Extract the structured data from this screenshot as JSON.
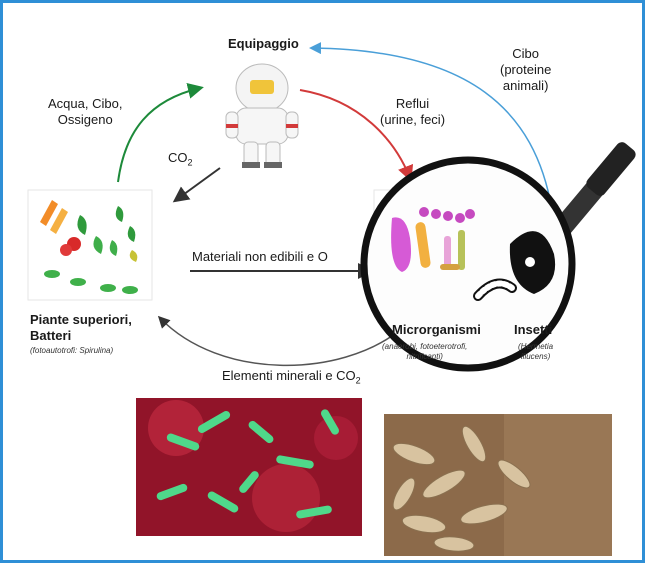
{
  "diagram": {
    "crew": "Equipaggio",
    "left_arrow_label": [
      "Acqua, Cibo,",
      "Ossigeno"
    ],
    "co2_top": {
      "text": "CO",
      "sub": "2"
    },
    "waste_label": [
      "Reflui",
      "(urine, feci)"
    ],
    "food_label": [
      "Cibo",
      "(proteine",
      "animali)"
    ],
    "middle_label": "Materiali non edibili e O",
    "plants_title": [
      "Piante superiori,",
      "Batteri"
    ],
    "plants_sub": "(fotoautotrofi: Spirulina)",
    "micro_title": "Microrganismi",
    "micro_sub": [
      "(anaerobi, fotoeterotrofi,",
      "nitrificanti)"
    ],
    "insects_title": "Insetti",
    "insects_sub": [
      "(Hermetia",
      "illucens)"
    ],
    "bottom_label": {
      "text": "Elementi minerali e CO",
      "sub": "2"
    }
  },
  "colors": {
    "frame": "#2f8fd6",
    "arrow_green": "#1d8a3a",
    "arrow_red": "#d23a3a",
    "arrow_blue": "#4a9fd8",
    "arrow_dark": "#333333"
  }
}
